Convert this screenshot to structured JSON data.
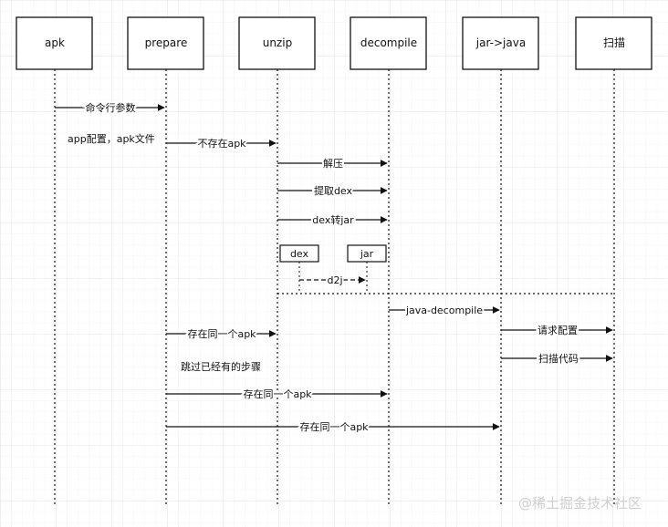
{
  "participants": [
    {
      "id": "apk",
      "label": "apk"
    },
    {
      "id": "prepare",
      "label": "prepare"
    },
    {
      "id": "unzip",
      "label": "unzip"
    },
    {
      "id": "decompile",
      "label": "decompile"
    },
    {
      "id": "jar2java",
      "label": "jar->java"
    },
    {
      "id": "scan",
      "label": "扫描"
    }
  ],
  "messages": [
    {
      "id": "cmd-args",
      "from": "apk",
      "to": "prepare",
      "label": "命令行参数"
    },
    {
      "id": "not-exist-apk",
      "from": "prepare",
      "to": "unzip",
      "label": "不存在apk"
    },
    {
      "id": "unpack",
      "from": "unzip",
      "to": "decompile",
      "label": "解压"
    },
    {
      "id": "extract-dex",
      "from": "unzip",
      "to": "decompile",
      "label": "提取dex"
    },
    {
      "id": "dex-to-jar",
      "from": "unzip",
      "to": "decompile",
      "label": "dex转jar"
    },
    {
      "id": "java-decompile",
      "from": "decompile",
      "to": "jar2java",
      "label": "java-decompile"
    },
    {
      "id": "request-config",
      "from": "jar2java",
      "to": "scan",
      "label": "请求配置"
    },
    {
      "id": "scan-code",
      "from": "jar2java",
      "to": "scan",
      "label": "扫描代码"
    },
    {
      "id": "same-apk-unzip",
      "from": "prepare",
      "to": "unzip",
      "label": "存在同一个apk"
    },
    {
      "id": "same-apk-decompile",
      "from": "prepare",
      "to": "decompile",
      "label": "存在同一个apk"
    },
    {
      "id": "same-apk-jar2java",
      "from": "prepare",
      "to": "jar2java",
      "label": "存在同一个apk"
    }
  ],
  "notes": {
    "app_config": "app配置，apk文件",
    "skip_steps": "跳过已经有的步骤"
  },
  "sub": {
    "dex": "dex",
    "jar": "jar",
    "d2j": "d2j"
  },
  "watermark": "@稀土掘金技术社区"
}
